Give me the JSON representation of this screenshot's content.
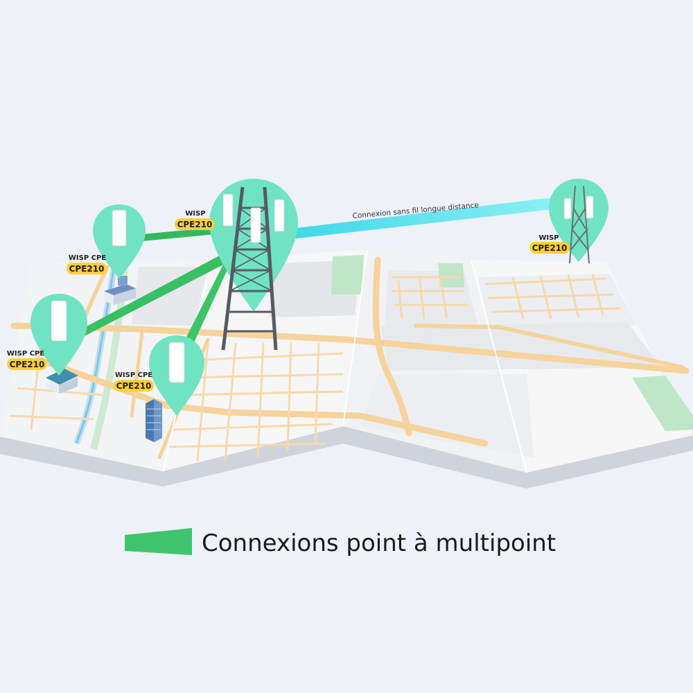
{
  "link_label": "Connexion sans fil longue distance",
  "nodes": [
    {
      "id": "tower",
      "top_tag": "WISP",
      "bottom_tag": "CPE210"
    },
    {
      "id": "remote-tower",
      "top_tag": "WISP",
      "bottom_tag": "CPE210"
    },
    {
      "id": "client-1",
      "top_tag": "WISP CPE",
      "bottom_tag": "CPE210"
    },
    {
      "id": "client-2",
      "top_tag": "WISP CPE",
      "bottom_tag": "CPE210"
    },
    {
      "id": "client-3",
      "top_tag": "WISP CPE",
      "bottom_tag": "CPE210"
    }
  ],
  "legend": {
    "label": "Connexions point à multipoint",
    "swatch_color": "#3ec46d"
  },
  "colors": {
    "pin": "#6fe3c2",
    "p2mp_link": "#3ec46d",
    "p2p_link": "#5fe4f0",
    "tag": "#ffcf3a",
    "road": "#f6d39c",
    "park": "#bfe6c8"
  }
}
